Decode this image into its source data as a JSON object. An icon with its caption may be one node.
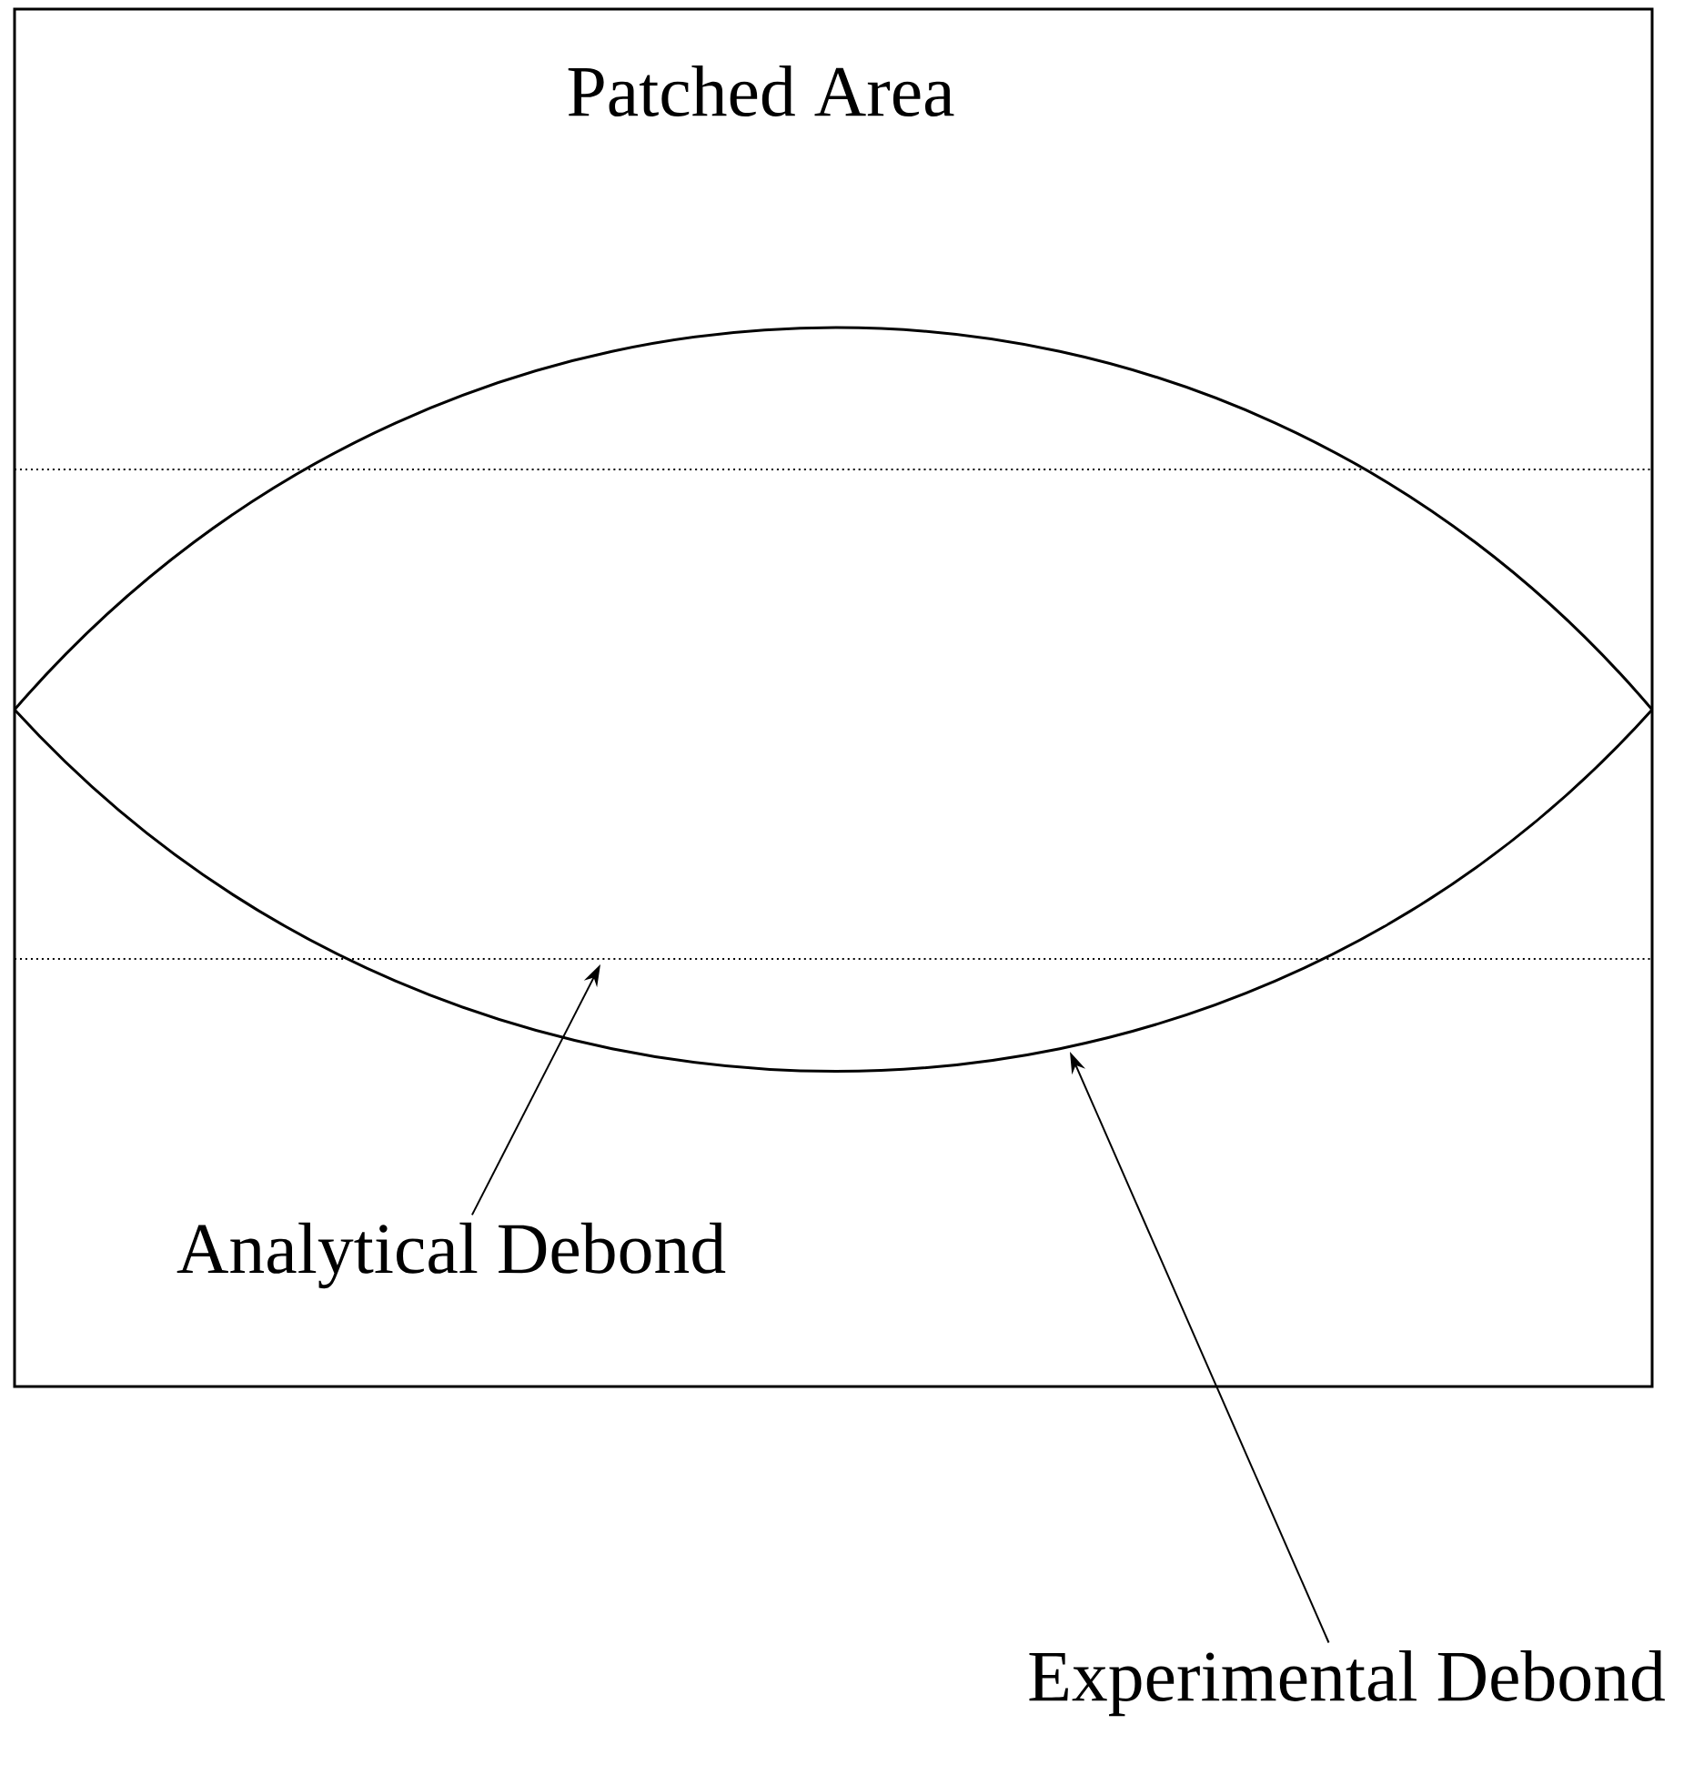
{
  "diagram": {
    "nodes": [
      {
        "text": [
          "Patched Area"
        ]
      },
      {
        "text": [
          "Analytical Debond"
        ],
        "in": 0
      },
      {
        "text": [
          "Experimental Debond"
        ]
      }
    ],
    "edges": [
      {
        "from": 1,
        "to": null,
        "arrow": "to"
      },
      {
        "from": 2,
        "to": null,
        "arrow": "to"
      }
    ]
  }
}
